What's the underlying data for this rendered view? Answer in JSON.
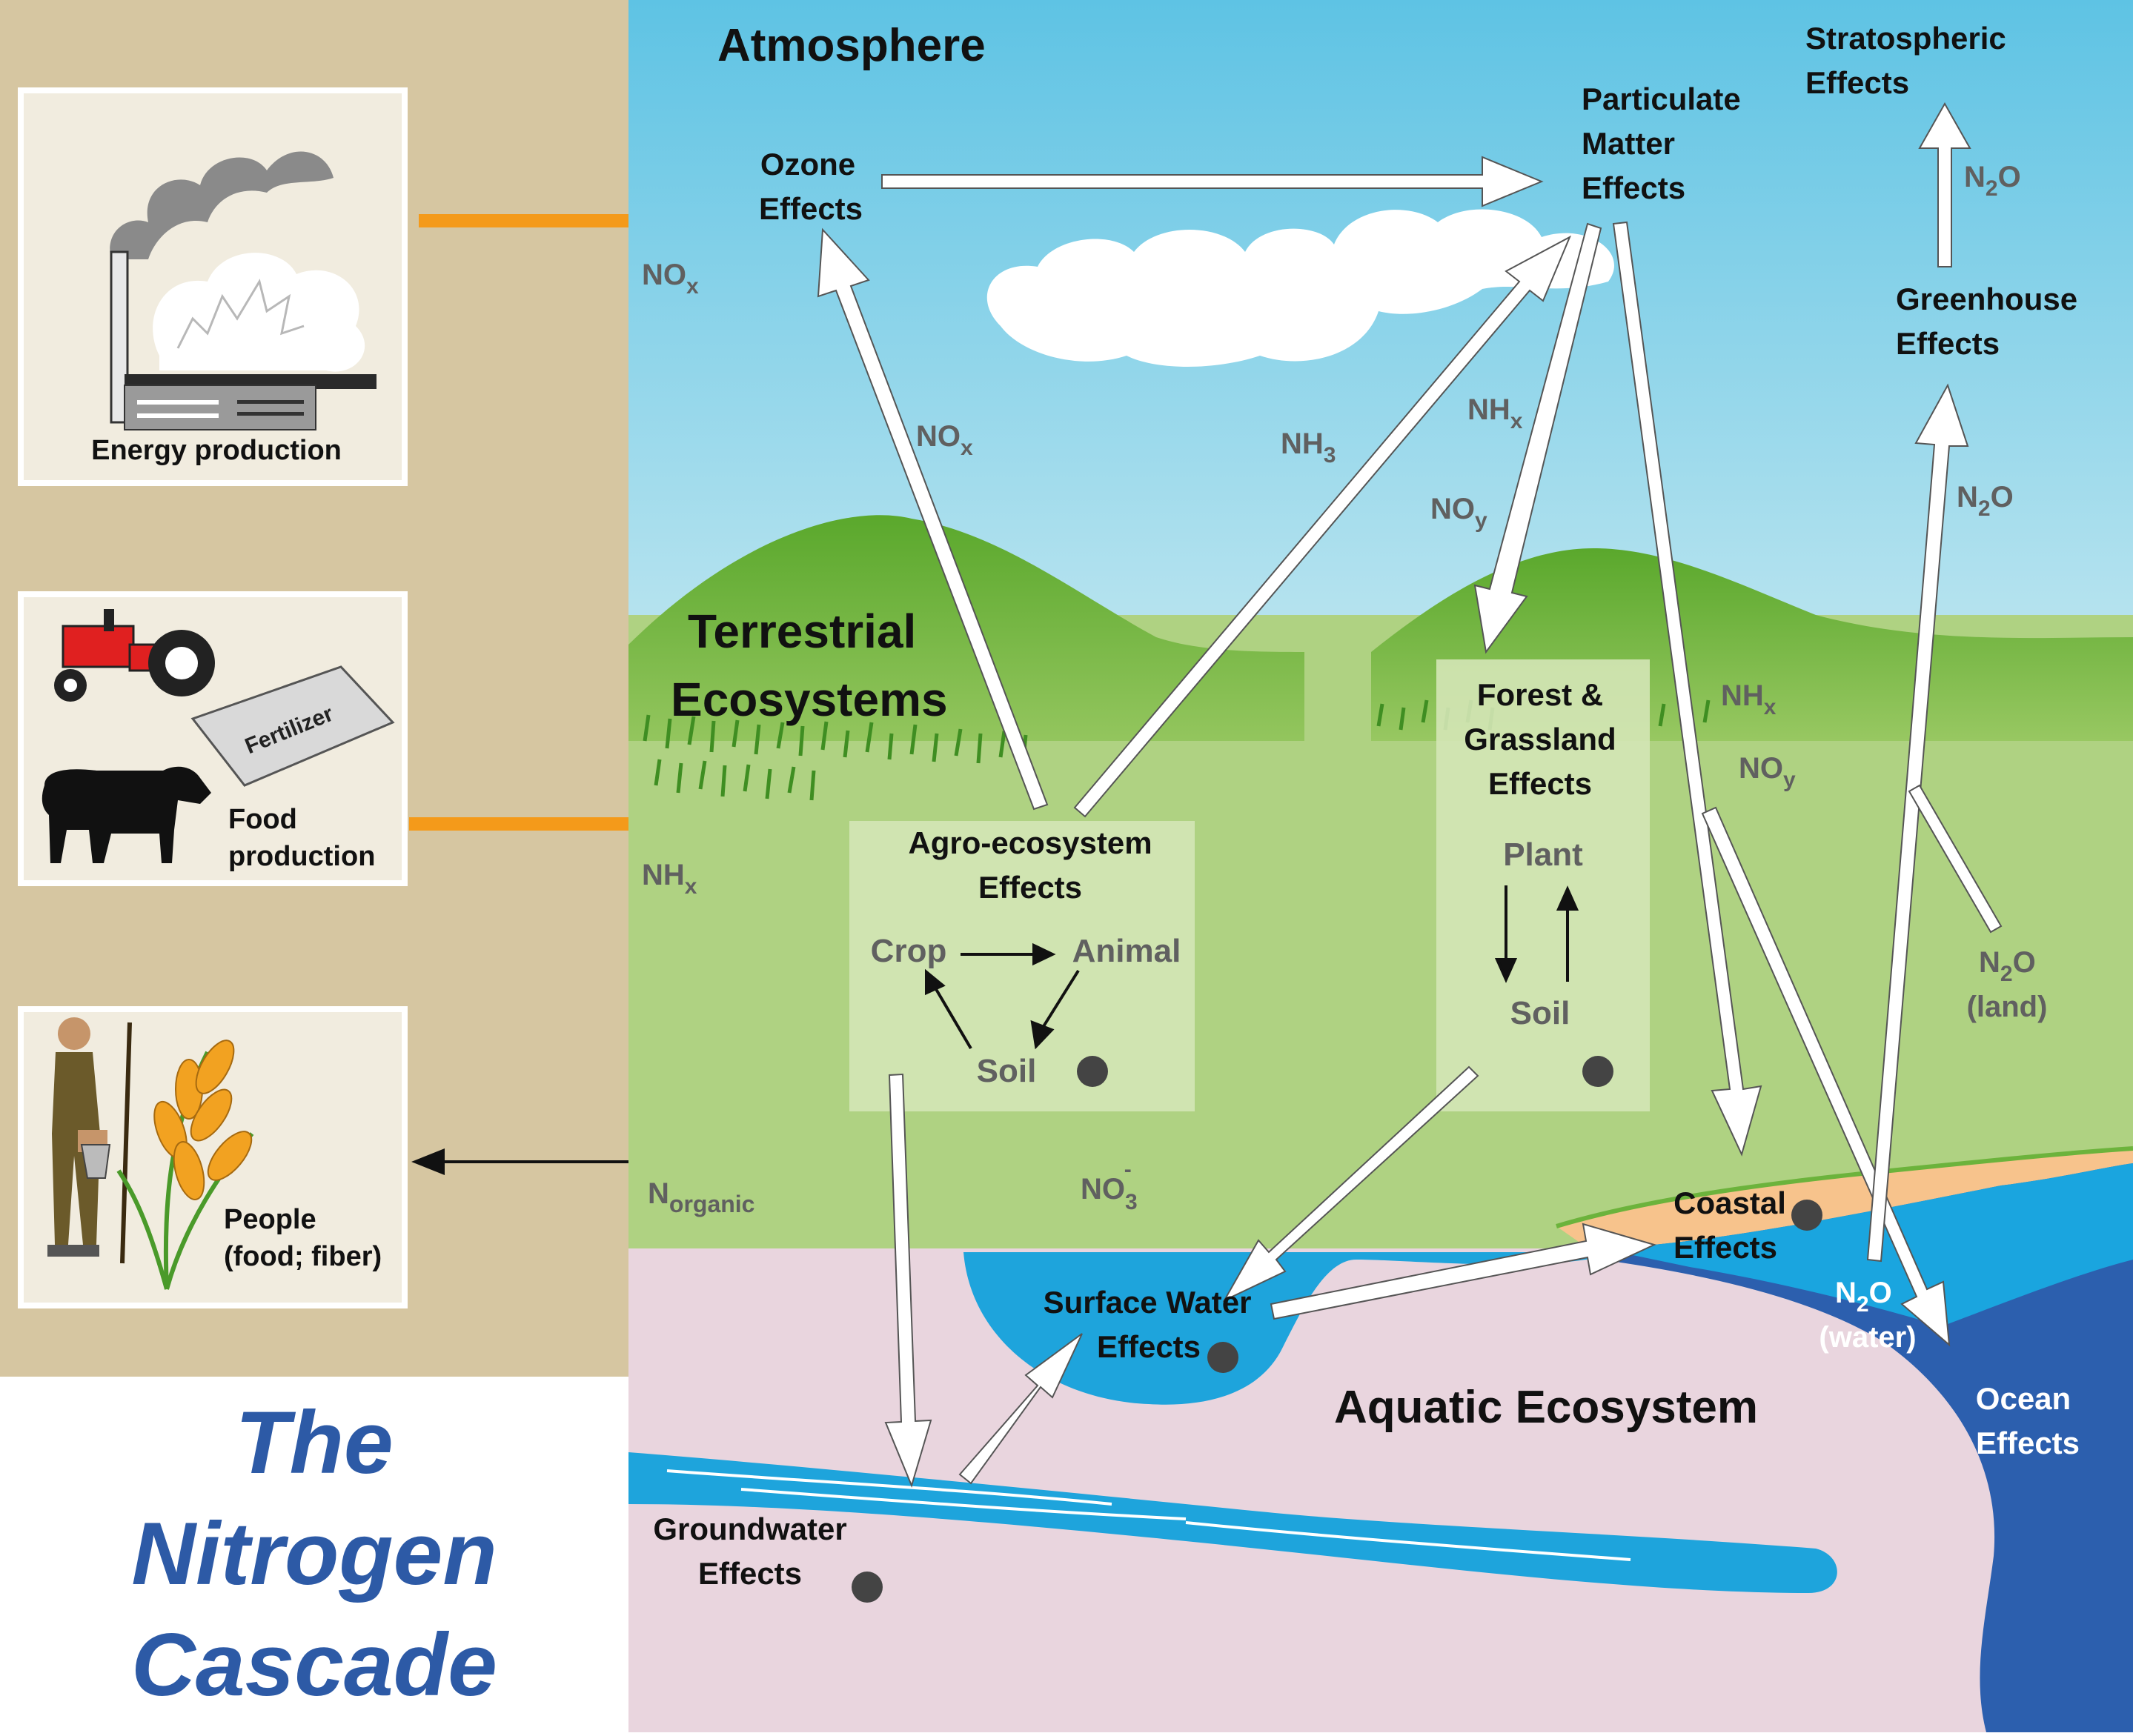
{
  "title": [
    "The",
    "Nitrogen",
    "Cascade"
  ],
  "sources": {
    "energy": "Energy production",
    "food": [
      "Food",
      "production"
    ],
    "fertilizer_label": "Fertilizer",
    "people": [
      "People",
      "(food; fiber)"
    ]
  },
  "zones": {
    "atmosphere": "Atmosphere",
    "terrestrial": [
      "Terrestrial",
      "Ecosystems"
    ],
    "aquatic": "Aquatic Ecosystem"
  },
  "effects": {
    "ozone": [
      "Ozone",
      "Effects"
    ],
    "particulate": [
      "Particulate",
      "Matter",
      "Effects"
    ],
    "stratospheric": [
      "Stratospheric",
      "Effects"
    ],
    "greenhouse": [
      "Greenhouse",
      "Effects"
    ],
    "agro": [
      "Agro-ecosystem",
      "Effects"
    ],
    "forest": [
      "Forest &",
      "Grassland",
      "Effects"
    ],
    "surface_water": [
      "Surface Water",
      "Effects"
    ],
    "coastal": [
      "Coastal",
      "Effects"
    ],
    "ocean": [
      "Ocean",
      "Effects"
    ],
    "groundwater": [
      "Groundwater",
      "Effects"
    ]
  },
  "agro_cycle": {
    "crop": "Crop",
    "animal": "Animal",
    "soil": "Soil"
  },
  "forest_cycle": {
    "plant": "Plant",
    "soil": "Soil"
  },
  "species": {
    "nox_energy": {
      "base": "NO",
      "sub": "x"
    },
    "nhx_food": {
      "base": "NH",
      "sub": "x"
    },
    "norganic": {
      "base": "N",
      "sub": "organic"
    },
    "nox_agro": {
      "base": "NO",
      "sub": "x"
    },
    "nh3": {
      "base": "NH",
      "sub": "3"
    },
    "nhx_down": {
      "base": "NH",
      "sub": "x"
    },
    "noy_down": {
      "base": "NO",
      "sub": "y"
    },
    "nhx_coast": {
      "base": "NH",
      "sub": "x"
    },
    "noy_coast": {
      "base": "NO",
      "sub": "y"
    },
    "n2o_top": {
      "base": "N",
      "sub": "2",
      "rest": "O"
    },
    "n2o_mid": {
      "base": "N",
      "sub": "2",
      "rest": "O"
    },
    "n2o_land": {
      "base": "N",
      "sub": "2",
      "rest": "O",
      "extra": "(land)"
    },
    "n2o_water": {
      "base": "N",
      "sub": "2",
      "rest": "O",
      "extra": "(water)"
    },
    "no3": {
      "base": "NO",
      "sub": "3",
      "sup": "-"
    }
  },
  "colors": {
    "sidebar": "#d6c6a1",
    "sky": "#5ec3e4",
    "land": "#afd282",
    "hills": "#6db43a",
    "ground": "#e9d5de",
    "water": "#1ea4dc",
    "ocean": "#2c5fae",
    "shore": "#f7c38c",
    "orange_arrow": "#f49a1a",
    "title": "#2d5aa6",
    "grey_text": "#606060"
  }
}
